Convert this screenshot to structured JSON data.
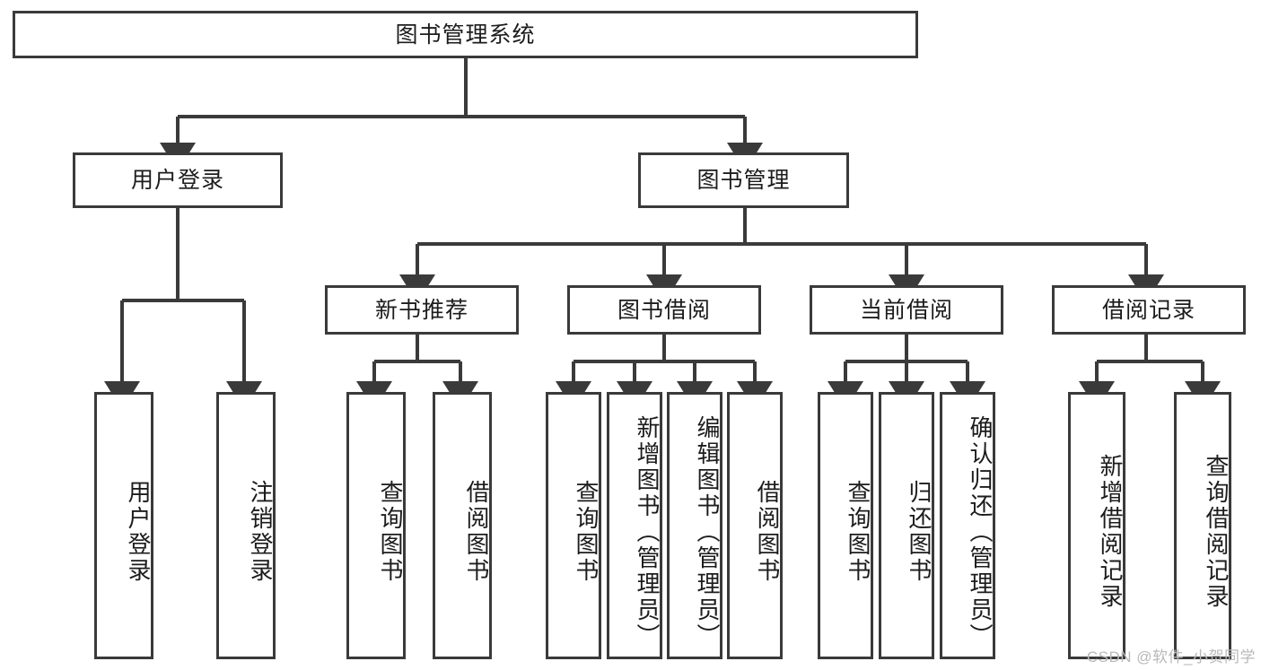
{
  "diagram": {
    "title": "图书管理系统",
    "type": "tree-hierarchy",
    "watermark": "CSDN @软件_小贺同学",
    "colors": {
      "box_border": "#3a3a3a",
      "box_fill": "#ffffff",
      "edge": "#3a3a3a",
      "text": "#1c1c1c",
      "watermark": "#b9b9b9",
      "background": "#ffffff"
    },
    "root": {
      "label": "图书管理系统"
    },
    "level2": [
      {
        "id": "user-login",
        "label": "用户登录"
      },
      {
        "id": "book-management",
        "label": "图书管理"
      }
    ],
    "level3": [
      {
        "id": "new-book-recommend",
        "label": "新书推荐"
      },
      {
        "id": "book-borrow",
        "label": "图书借阅"
      },
      {
        "id": "current-borrow",
        "label": "当前借阅"
      },
      {
        "id": "borrow-record",
        "label": "借阅记录"
      }
    ],
    "leaves": {
      "user_login": [
        {
          "id": "leaf-user-login",
          "label": "用户登录"
        },
        {
          "id": "leaf-logout-login",
          "label": "注销登录"
        }
      ],
      "new_book_recommend": [
        {
          "id": "leaf-query-book-1",
          "label": "查询图书"
        },
        {
          "id": "leaf-borrow-book-1",
          "label": "借阅图书"
        }
      ],
      "book_borrow": [
        {
          "id": "leaf-query-book-2",
          "label": "查询图书"
        },
        {
          "id": "leaf-add-book",
          "label": "新增图书（管理员）"
        },
        {
          "id": "leaf-edit-book",
          "label": "编辑图书（管理员）"
        },
        {
          "id": "leaf-borrow-book-2",
          "label": "借阅图书"
        }
      ],
      "current_borrow": [
        {
          "id": "leaf-query-book-3",
          "label": "查询图书"
        },
        {
          "id": "leaf-return-book",
          "label": "归还图书"
        },
        {
          "id": "leaf-confirm-return",
          "label": "确认归还（管理员）"
        }
      ],
      "borrow_record": [
        {
          "id": "leaf-add-borrow-record",
          "label": "新增借阅记录"
        },
        {
          "id": "leaf-query-borrow-record",
          "label": "查询借阅记录"
        }
      ]
    }
  }
}
